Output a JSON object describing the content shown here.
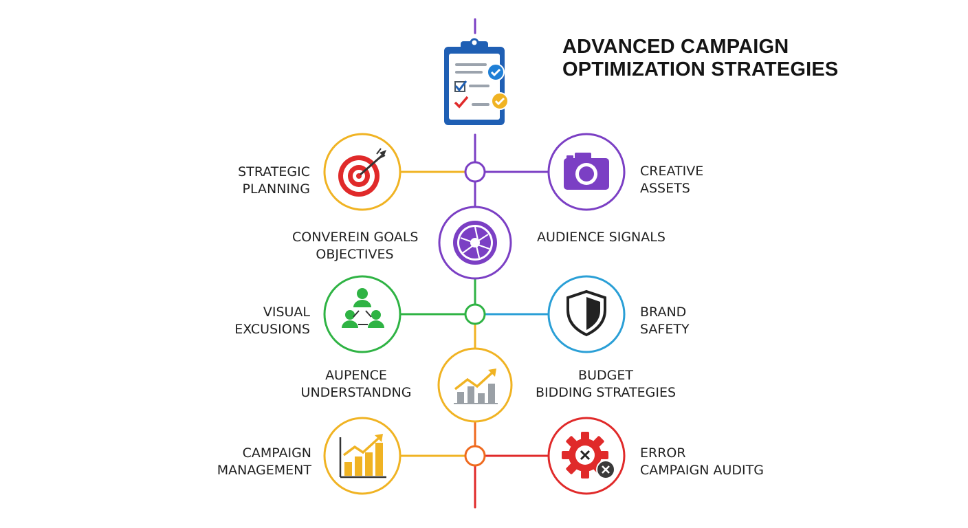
{
  "title": {
    "line1": "ADVANCED CAMPAIGN",
    "line2": "OPTIMIZATION STRATEGIES"
  },
  "nodes": [
    {
      "id": "strategic-planning",
      "lines": [
        "STRATEGIC",
        "PLANNING"
      ],
      "icon": "target-icon",
      "color": "#f0b323"
    },
    {
      "id": "creative-assets",
      "lines": [
        "CREATIVE",
        "ASSETS"
      ],
      "icon": "camera-icon",
      "color": "#7b3fc4"
    },
    {
      "id": "conversion-goals",
      "lines": [
        "CONVEREIN GOALS",
        "OBJECTIVES"
      ],
      "icon": "aperture-icon",
      "color": "#7b3fc4"
    },
    {
      "id": "audience-signals",
      "lines": [
        "AUDIENCE SIGNALS"
      ]
    },
    {
      "id": "visual-excusions",
      "lines": [
        "VISUAL",
        "EXCUSIONS"
      ],
      "icon": "people-network-icon",
      "color": "#2fb344"
    },
    {
      "id": "brand-safety",
      "lines": [
        "BRAND",
        "SAFETY"
      ],
      "icon": "shield-icon",
      "color": "#2a9fd6"
    },
    {
      "id": "audience-understanding",
      "lines": [
        "AUPENCE",
        "UNDERSTANDNG"
      ],
      "icon": "growth-chart-icon",
      "color": "#f0b323"
    },
    {
      "id": "budget-bidding",
      "lines": [
        "BUDGET",
        "BIDDING STRATEGIES"
      ]
    },
    {
      "id": "campaign-management",
      "lines": [
        "CAMPAIGN",
        "MANAGEMENT"
      ],
      "icon": "bar-chart-icon",
      "color": "#f0b323"
    },
    {
      "id": "error-audit",
      "lines": [
        "ERROR",
        "CAMPAIGN AUDITG"
      ],
      "icon": "gear-error-icon",
      "color": "#e02a2a"
    }
  ],
  "colors": {
    "purple": "#7b3fc4",
    "yellow": "#f0b323",
    "green": "#2fb344",
    "blue": "#2a9fd6",
    "orange": "#ef6a1f",
    "red": "#e02a2a",
    "clipboard": "#1f5fb4"
  }
}
